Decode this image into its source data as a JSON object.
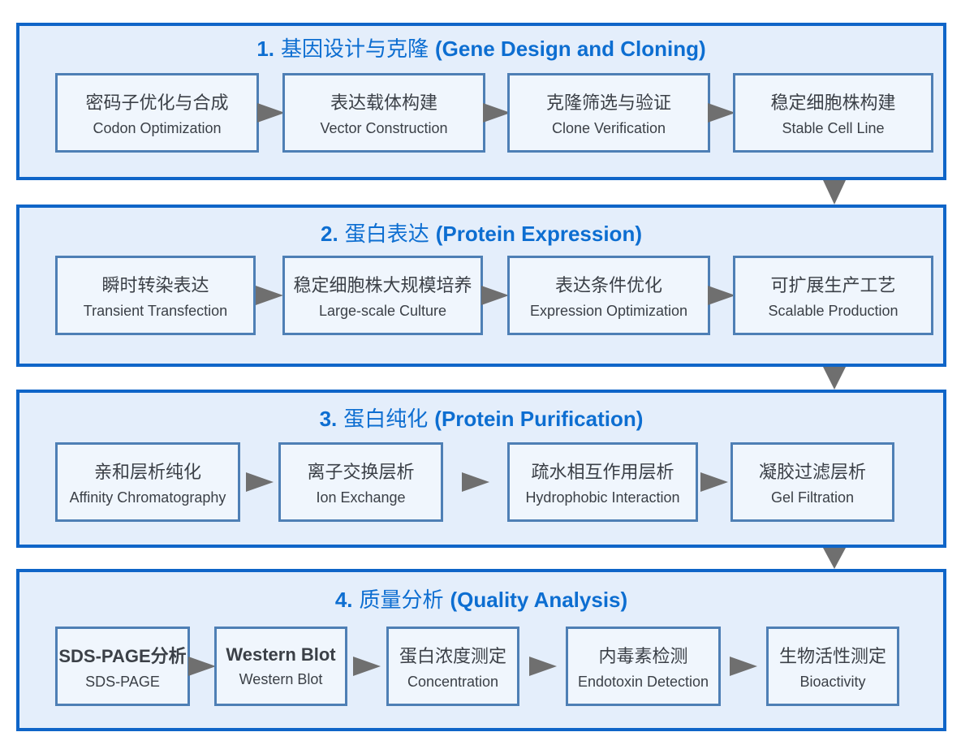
{
  "diagram": {
    "sections": [
      {
        "number": "1.",
        "title_zh": "基因设计与克隆",
        "title_en": "(Gene Design and Cloning)",
        "steps": [
          {
            "zh": "密码子优化与合成",
            "en": "Codon Optimization"
          },
          {
            "zh": "表达载体构建",
            "en": "Vector Construction"
          },
          {
            "zh": "克隆筛选与验证",
            "en": "Clone Verification"
          },
          {
            "zh": "稳定细胞株构建",
            "en": "Stable Cell Line"
          }
        ]
      },
      {
        "number": "2.",
        "title_zh": "蛋白表达",
        "title_en": "(Protein Expression)",
        "steps": [
          {
            "zh": "瞬时转染表达",
            "en": "Transient Transfection"
          },
          {
            "zh": "稳定细胞株大规模培养",
            "en": "Large-scale Culture"
          },
          {
            "zh": "表达条件优化",
            "en": "Expression Optimization"
          },
          {
            "zh": "可扩展生产工艺",
            "en": "Scalable Production"
          }
        ]
      },
      {
        "number": "3.",
        "title_zh": "蛋白纯化",
        "title_en": "(Protein Purification)",
        "steps": [
          {
            "zh": "亲和层析纯化",
            "en": "Affinity Chromatography"
          },
          {
            "zh": "离子交换层析",
            "en": "Ion Exchange"
          },
          {
            "zh": "疏水相互作用层析",
            "en": "Hydrophobic Interaction"
          },
          {
            "zh": "凝胶过滤层析",
            "en": "Gel Filtration"
          }
        ]
      },
      {
        "number": "4.",
        "title_zh": "质量分析",
        "title_en": "(Quality Analysis)",
        "steps": [
          {
            "zh": "SDS-PAGE分析",
            "en": "SDS-PAGE",
            "zh_bold": true
          },
          {
            "zh": "Western Blot",
            "en": "Western Blot",
            "zh_bold": true
          },
          {
            "zh": "蛋白浓度测定",
            "en": "Concentration"
          },
          {
            "zh": "内毒素检测",
            "en": "Endotoxin Detection"
          },
          {
            "zh": "生物活性测定",
            "en": "Bioactivity"
          }
        ]
      }
    ],
    "colors": {
      "section_border": "#0f65c8",
      "section_fill": "#e4eefb",
      "box_border": "#4e7fb5",
      "box_fill": "#f0f6fd",
      "title_text": "#0d6ed1",
      "arrow": "#6f6f6f",
      "box_text": "#3b4047"
    }
  }
}
